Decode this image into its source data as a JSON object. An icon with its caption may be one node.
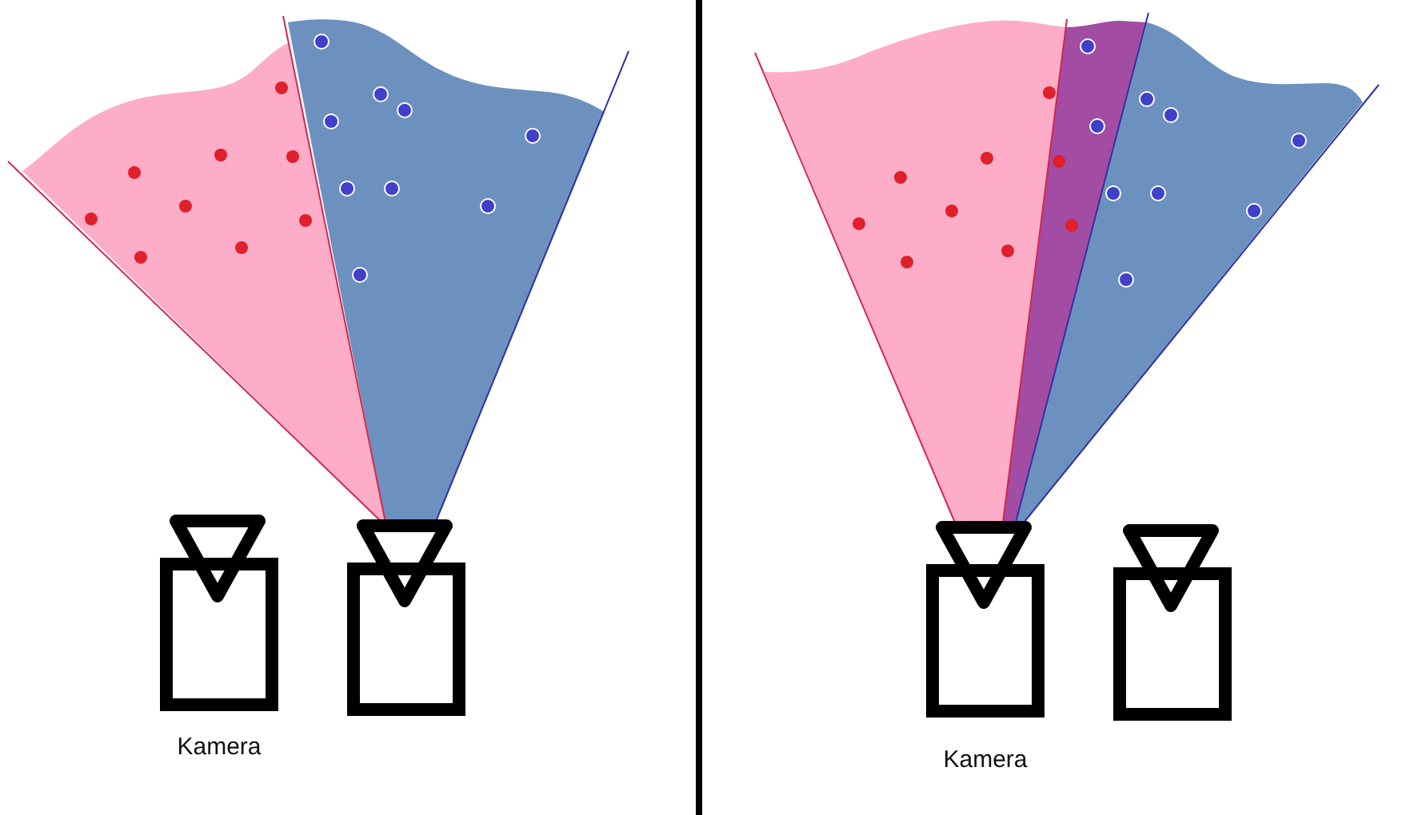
{
  "diagram": {
    "nodes": [
      {
        "text": [
          "Kamera"
        ]
      },
      {
        "text": [],
        "shape": "box"
      },
      {
        "text": [
          "Kamera"
        ]
      },
      {
        "text": [],
        "shape": "box"
      }
    ]
  }
}
